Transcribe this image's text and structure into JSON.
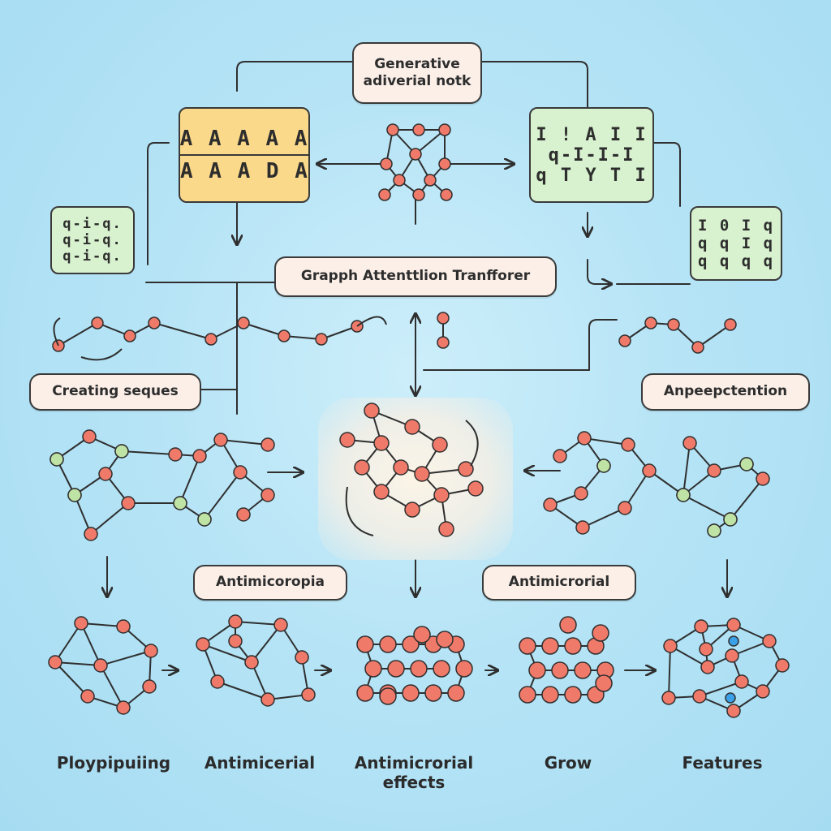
{
  "labels": {
    "top": "Generative\nadiverial notk",
    "middle": "Grapph Attenttlion Tranfforer",
    "left": "Creating seques",
    "right": "Anpeepctention",
    "center_left": "Antimicoropia",
    "center_right": "Antimicrorial"
  },
  "captions": [
    "Ploypipuiing",
    "Antimicerial",
    "Antimicrorial\neffects",
    "Grow",
    "Features"
  ],
  "sequence_grid_top": {
    "rows": [
      "A A A A A",
      "A A A D A"
    ]
  },
  "sequence_grid_left": {
    "rows": [
      "q-i-q.",
      "q-i-q.",
      "q-i-q."
    ]
  },
  "sequence_grid_right_top": {
    "rows": [
      "I ! A I I",
      "q-I-I-I",
      "q T Y T I"
    ]
  },
  "sequence_grid_right_small": {
    "rows": [
      "I 0 I q",
      "q q I q",
      "q q q q"
    ]
  },
  "colors": {
    "node_red": "#f07a6a",
    "node_green": "#bfe3a4",
    "box_yellow": "#fbd98a",
    "box_green": "#d8f2cf",
    "line": "#2f2f2f"
  }
}
